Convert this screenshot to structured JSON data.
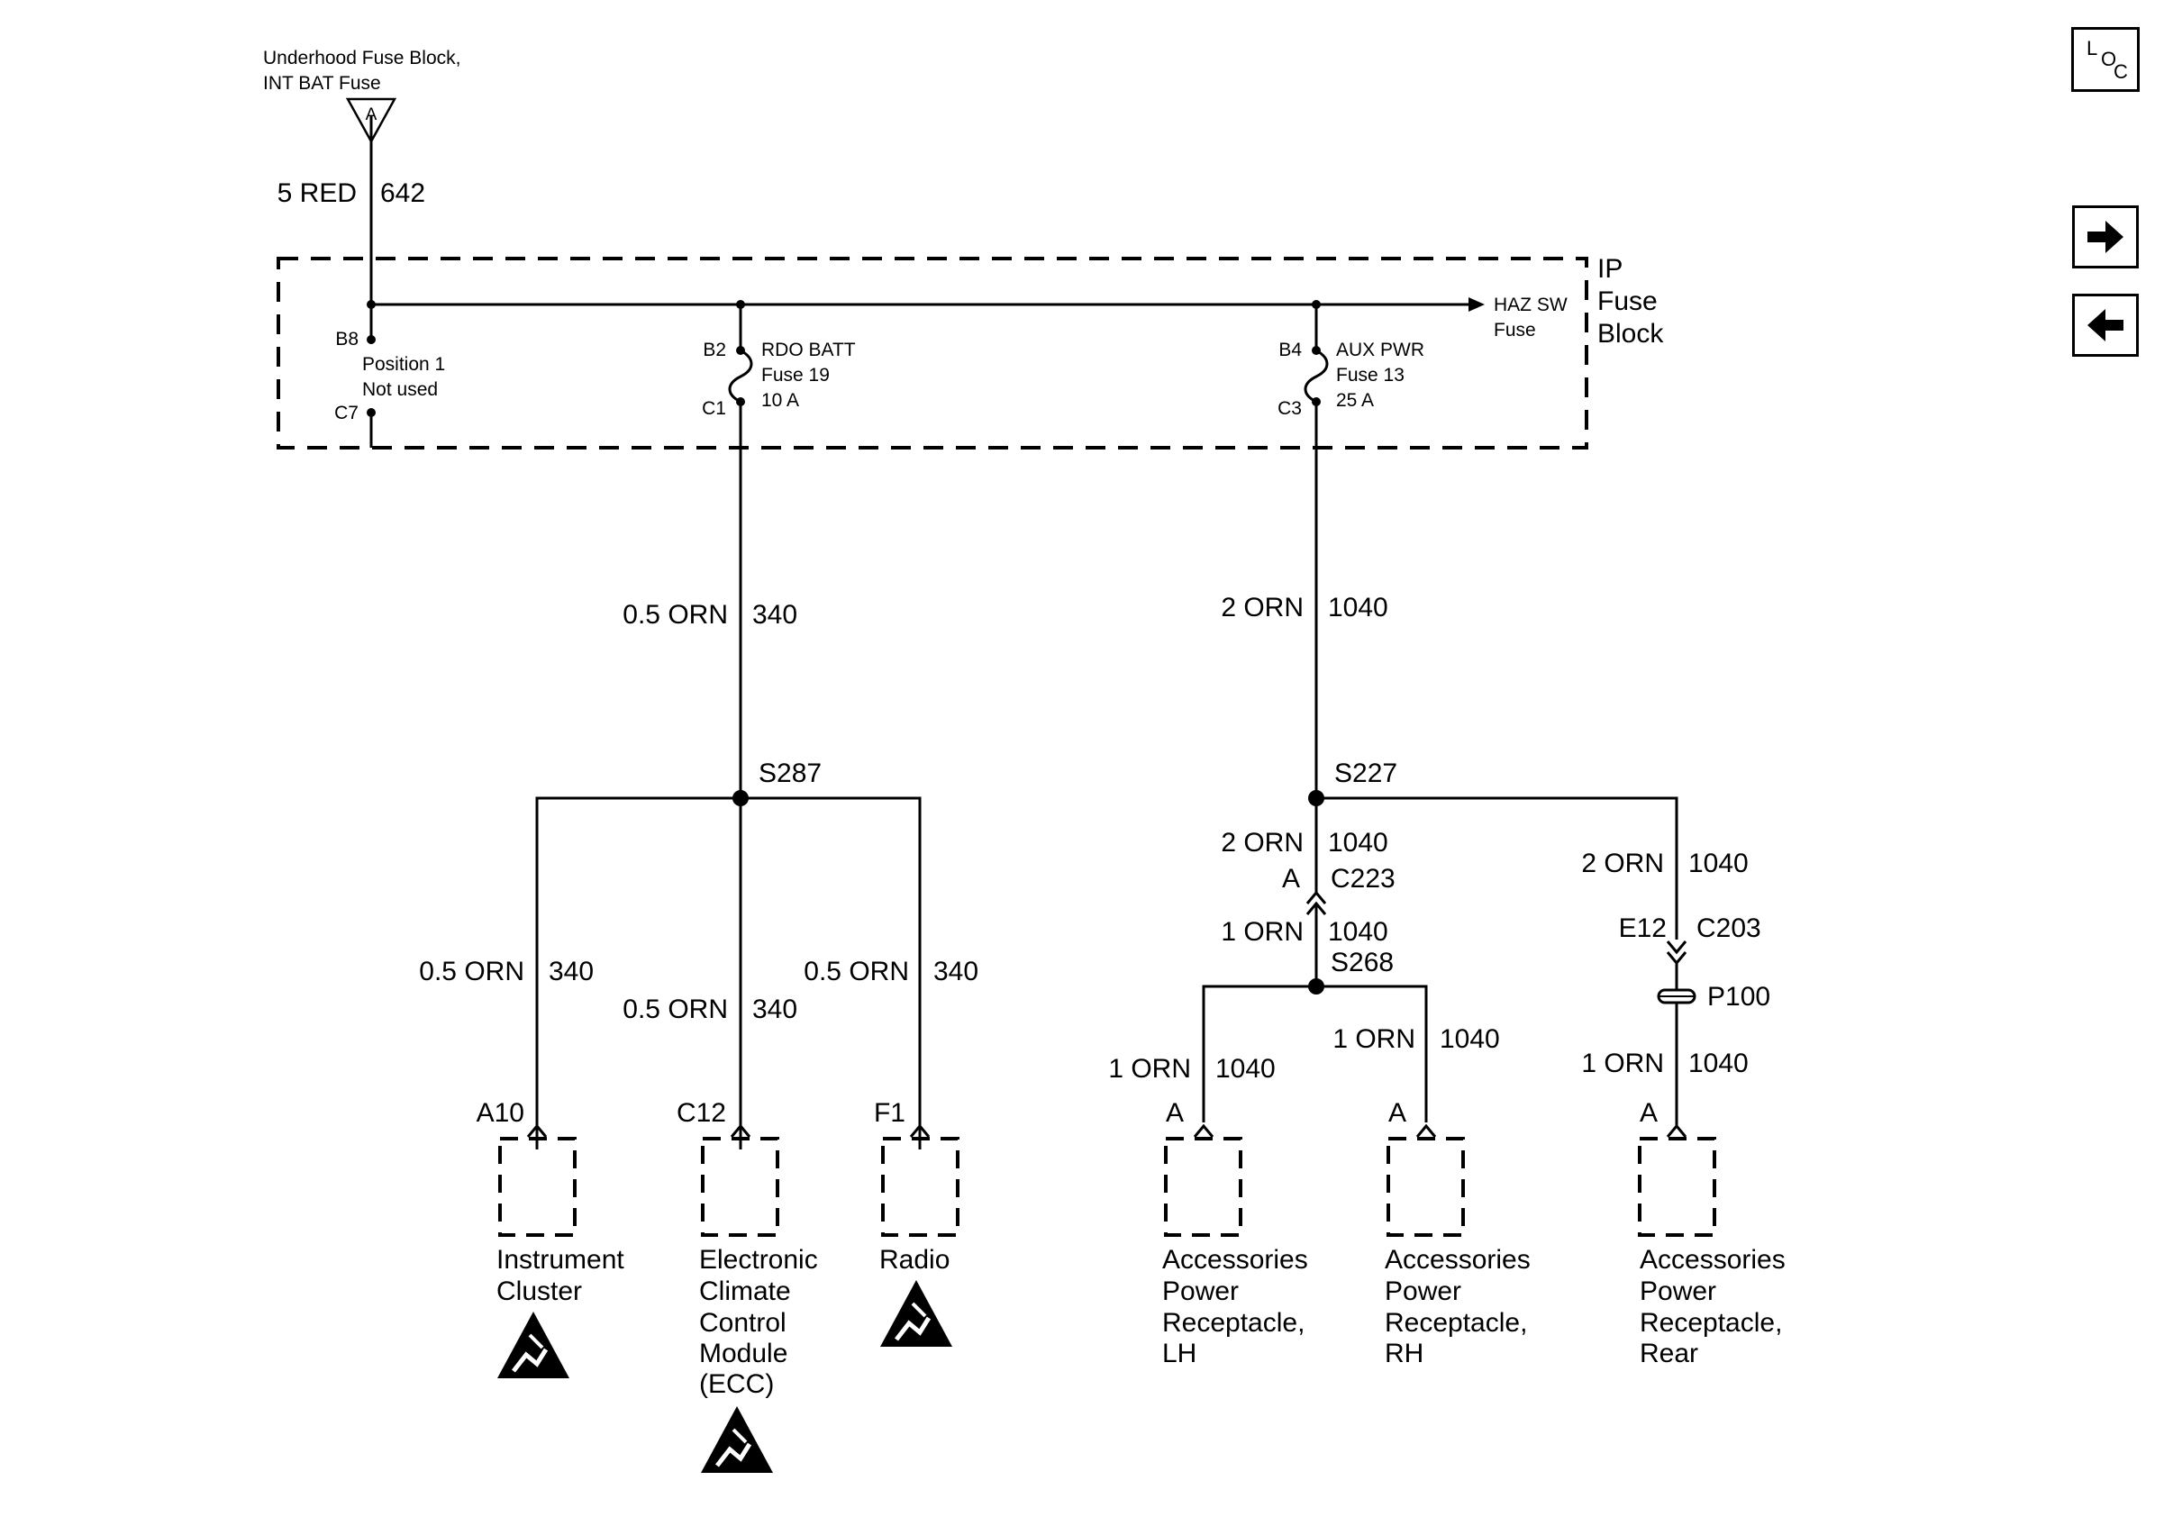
{
  "nav": {
    "loc": {
      "l": "L",
      "o": "O",
      "c": "C"
    }
  },
  "source": {
    "label_line1": "Underhood Fuse Block,",
    "label_line2": "INT BAT Fuse",
    "connector": "A",
    "wire_gauge_color": "5 RED",
    "circuit": "642"
  },
  "fuse_block": {
    "name_line1": "IP",
    "name_line2": "Fuse",
    "name_line3": "Block",
    "haz_line1": "HAZ SW",
    "haz_line2": "Fuse",
    "pos1": {
      "pin_top": "B8",
      "pin_bottom": "C7",
      "line1": "Position 1",
      "line2": "Not used"
    },
    "rdo": {
      "pin_top": "B2",
      "pin_bottom": "C1",
      "line1": "RDO BATT",
      "line2": "Fuse 19",
      "line3": "10 A"
    },
    "aux": {
      "pin_top": "B4",
      "pin_bottom": "C3",
      "line1": "AUX PWR",
      "line2": "Fuse 13",
      "line3": "25 A"
    }
  },
  "left_branch": {
    "trunk": {
      "wire": "0.5 ORN",
      "circuit": "340"
    },
    "splice": "S287",
    "drops": [
      {
        "wire": "0.5 ORN",
        "circuit": "340",
        "pin": "A10",
        "lines": [
          "Instrument",
          "Cluster"
        ]
      },
      {
        "wire": "0.5 ORN",
        "circuit": "340",
        "pin": "C12",
        "lines": [
          "Electronic",
          "Climate",
          "Control",
          "Module",
          "(ECC)"
        ]
      },
      {
        "wire": "0.5 ORN",
        "circuit": "340",
        "pin": "F1",
        "lines": [
          "Radio"
        ]
      }
    ]
  },
  "right_branch": {
    "trunk": {
      "wire": "2 ORN",
      "circuit": "1040"
    },
    "splice": "S227",
    "mid": {
      "upper": {
        "wire": "2 ORN",
        "circuit": "1040"
      },
      "connector_pin": "A",
      "connector": "C223",
      "lower": {
        "wire": "1 ORN",
        "circuit": "1040"
      },
      "splice": "S268"
    },
    "rear_feed": {
      "upper": {
        "wire": "2 ORN",
        "circuit": "1040"
      },
      "connector_pin": "E12",
      "connector": "C203",
      "passthrough": "P100",
      "lower": {
        "wire": "1 ORN",
        "circuit": "1040"
      }
    },
    "drops": [
      {
        "wire": "1 ORN",
        "circuit": "1040",
        "pin": "A",
        "lines": [
          "Accessories",
          "Power",
          "Receptacle,",
          "LH"
        ]
      },
      {
        "wire": "1 ORN",
        "circuit": "1040",
        "pin": "A",
        "lines": [
          "Accessories",
          "Power",
          "Receptacle,",
          "RH"
        ]
      },
      {
        "wire": "1 ORN",
        "circuit": "1040",
        "pin": "A",
        "lines": [
          "Accessories",
          "Power",
          "Receptacle,",
          "Rear"
        ]
      }
    ]
  },
  "esd_icon": "esd-warning-icon",
  "colors": {
    "ink": "#000000",
    "background": "#ffffff"
  }
}
